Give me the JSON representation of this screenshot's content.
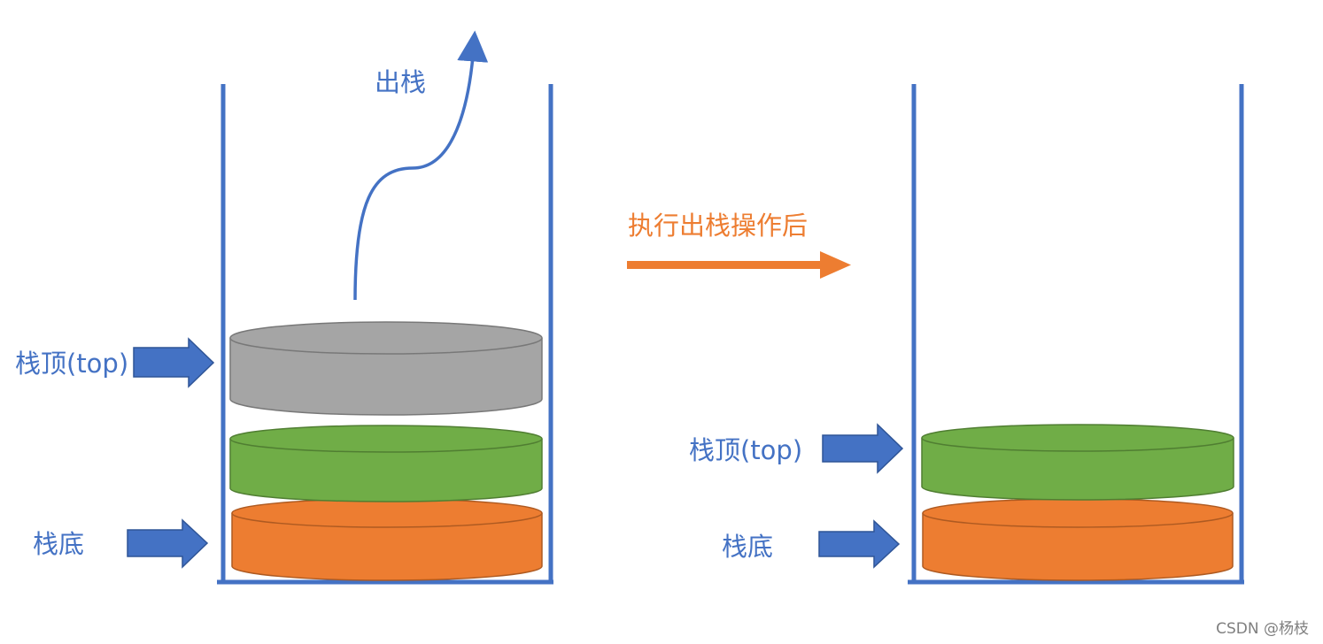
{
  "labels": {
    "pop": "出栈",
    "after_pop": "执行出栈操作后",
    "top_left": "栈顶(top)",
    "bottom_left": "栈底",
    "top_right": "栈顶(top)",
    "bottom_right": "栈底"
  },
  "watermark": "CSDN @杨枝",
  "colors": {
    "container": "#4472c4",
    "arrow": "#4472c4",
    "transition_arrow": "#ed7d31",
    "disk_gray": "#a5a5a5",
    "disk_green": "#70ad47",
    "disk_orange": "#ed7d31"
  },
  "stacks": {
    "before": [
      "orange",
      "green",
      "gray"
    ],
    "after": [
      "orange",
      "green"
    ]
  }
}
